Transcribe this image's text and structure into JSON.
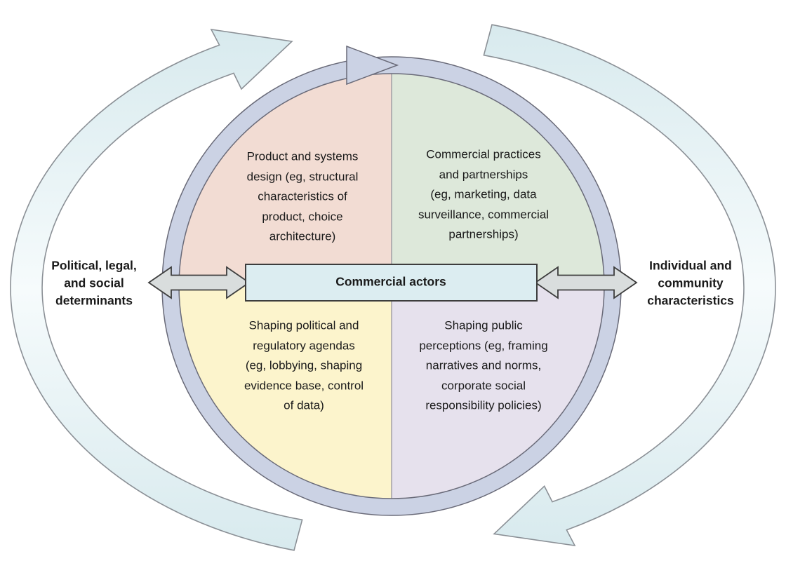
{
  "diagram": {
    "banner": {
      "label": "Commercial actors"
    },
    "side_labels": {
      "left": "Political, legal,\nand social\ndeterminants",
      "right": "Individual and\ncommunity\ncharacteristics"
    },
    "quadrants": {
      "top_left": "Product and systems\ndesign (eg, structural\ncharacteristics of\nproduct, choice\narchitecture)",
      "top_right": "Commercial practices\nand partnerships\n(eg, marketing, data\nsurveillance, commercial\npartnerships)",
      "bottom_left": "Shaping political and\nregulatory agendas\n(eg, lobbying, shaping\nevidence base, control\nof data)",
      "bottom_right": "Shaping public\nperceptions (eg, framing\nnarratives and norms,\ncorporate social\nresponsibility policies)"
    },
    "colors": {
      "quadrant_top_left": "#f2dcd3",
      "quadrant_top_right": "#dde8da",
      "quadrant_bottom_left": "#fcf4cc",
      "quadrant_bottom_right": "#e6e1ed",
      "ring_fill": "#cbd2e4",
      "ring_outline": "#696a78",
      "divider": "#8e8e99",
      "banner_fill": "#dcedf1",
      "arc_fill": "#d8eaee",
      "arc_fill_mid": "#f6fbfc",
      "arc_outline": "#8b9096",
      "connector_fill": "#d9dddd",
      "outline_dark": "#3d3d3d",
      "text": "#1a1a1a"
    }
  }
}
